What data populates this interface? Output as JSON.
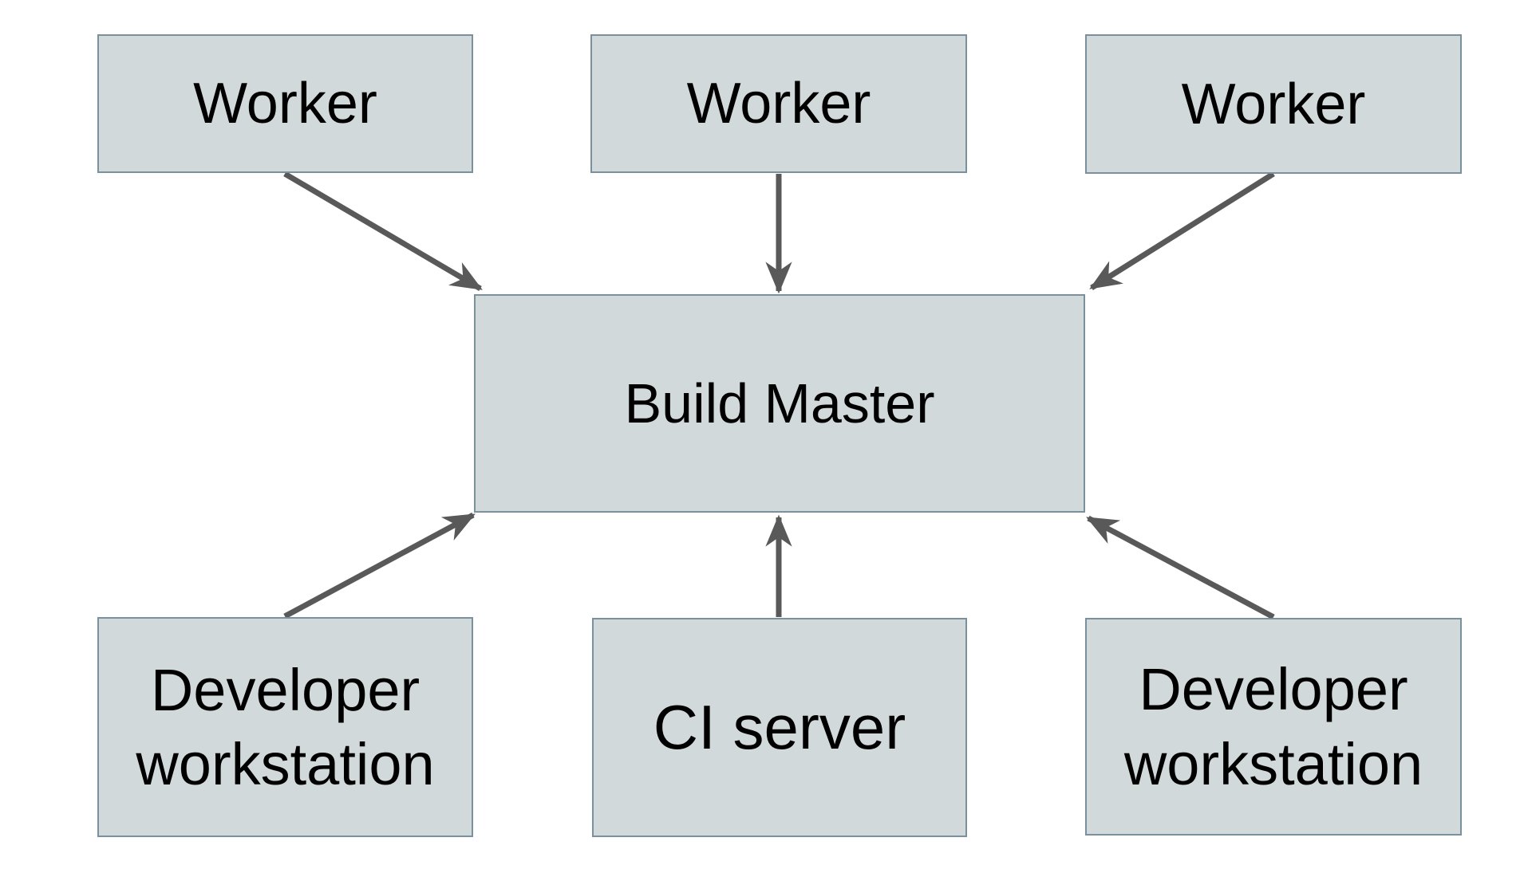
{
  "colors": {
    "background": "#ffffff",
    "node_fill": "#d2d9db",
    "node_border": "#7a909c",
    "arrow": "#595959",
    "text": "#000000"
  },
  "nodes": [
    {
      "id": "worker-1",
      "label": "Worker"
    },
    {
      "id": "worker-2",
      "label": "Worker"
    },
    {
      "id": "worker-3",
      "label": "Worker"
    },
    {
      "id": "build-master",
      "label": "Build Master"
    },
    {
      "id": "developer-workstation-left",
      "label": "Developer workstation"
    },
    {
      "id": "ci-server",
      "label": "CI server"
    },
    {
      "id": "developer-workstation-right",
      "label": "Developer workstation"
    }
  ],
  "edges": [
    {
      "from": "worker-1",
      "to": "build-master"
    },
    {
      "from": "worker-2",
      "to": "build-master"
    },
    {
      "from": "worker-3",
      "to": "build-master"
    },
    {
      "from": "developer-workstation-left",
      "to": "build-master"
    },
    {
      "from": "ci-server",
      "to": "build-master"
    },
    {
      "from": "developer-workstation-right",
      "to": "build-master"
    }
  ]
}
